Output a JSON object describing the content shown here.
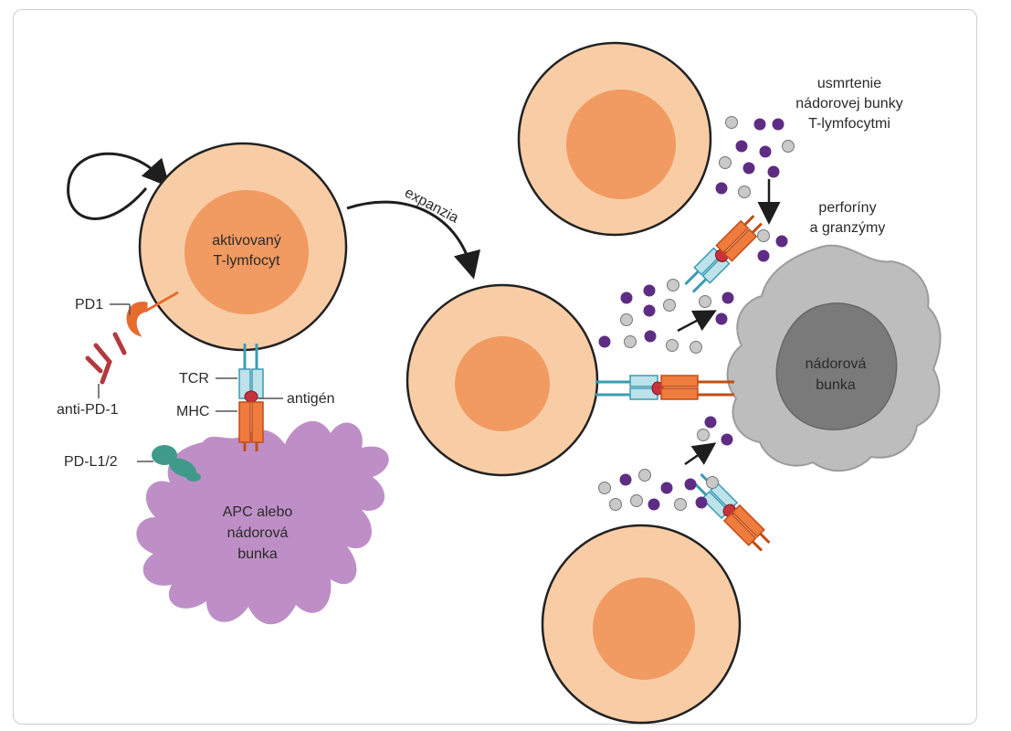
{
  "labels": {
    "activated_tcell_line1": "aktivovaný",
    "activated_tcell_line2": "T-lymfocyt",
    "pd1": "PD1",
    "anti_pd1": "anti-PD-1",
    "tcr": "TCR",
    "mhc": "MHC",
    "antigen": "antigén",
    "pdl1": "PD-L1/2",
    "apc_line1": "APC alebo",
    "apc_line2": "nádorová",
    "apc_line3": "bunka",
    "expansion": "expanzia",
    "killing_line1": "usmrtenie",
    "killing_line2": "nádorovej bunky",
    "killing_line3": "T-lymfocytmi",
    "perforins_line1": "perforíny",
    "perforins_line2": "a granzýmy",
    "tumor_line1": "nádorová",
    "tumor_line2": "bunka"
  },
  "colors": {
    "cell_outer": "#f8cda6",
    "cell_inner": "#f19a61",
    "cell_border": "#222222",
    "tcr_fill": "#bde2e9",
    "tcr_stroke": "#3a9cb3",
    "mhc_fill": "#ef7b3c",
    "antigen": "#c7323d",
    "apc": "#be8fc6",
    "pdl1": "#3f9a8a",
    "pd1": "#e66b2c",
    "anti_pd1": "#b23a3f",
    "tumor_outer": "#bdbdbd",
    "tumor_inner": "#7a7a7a",
    "granule_purple": "#5e2d83",
    "granule_gray": "#c9c9c9"
  }
}
